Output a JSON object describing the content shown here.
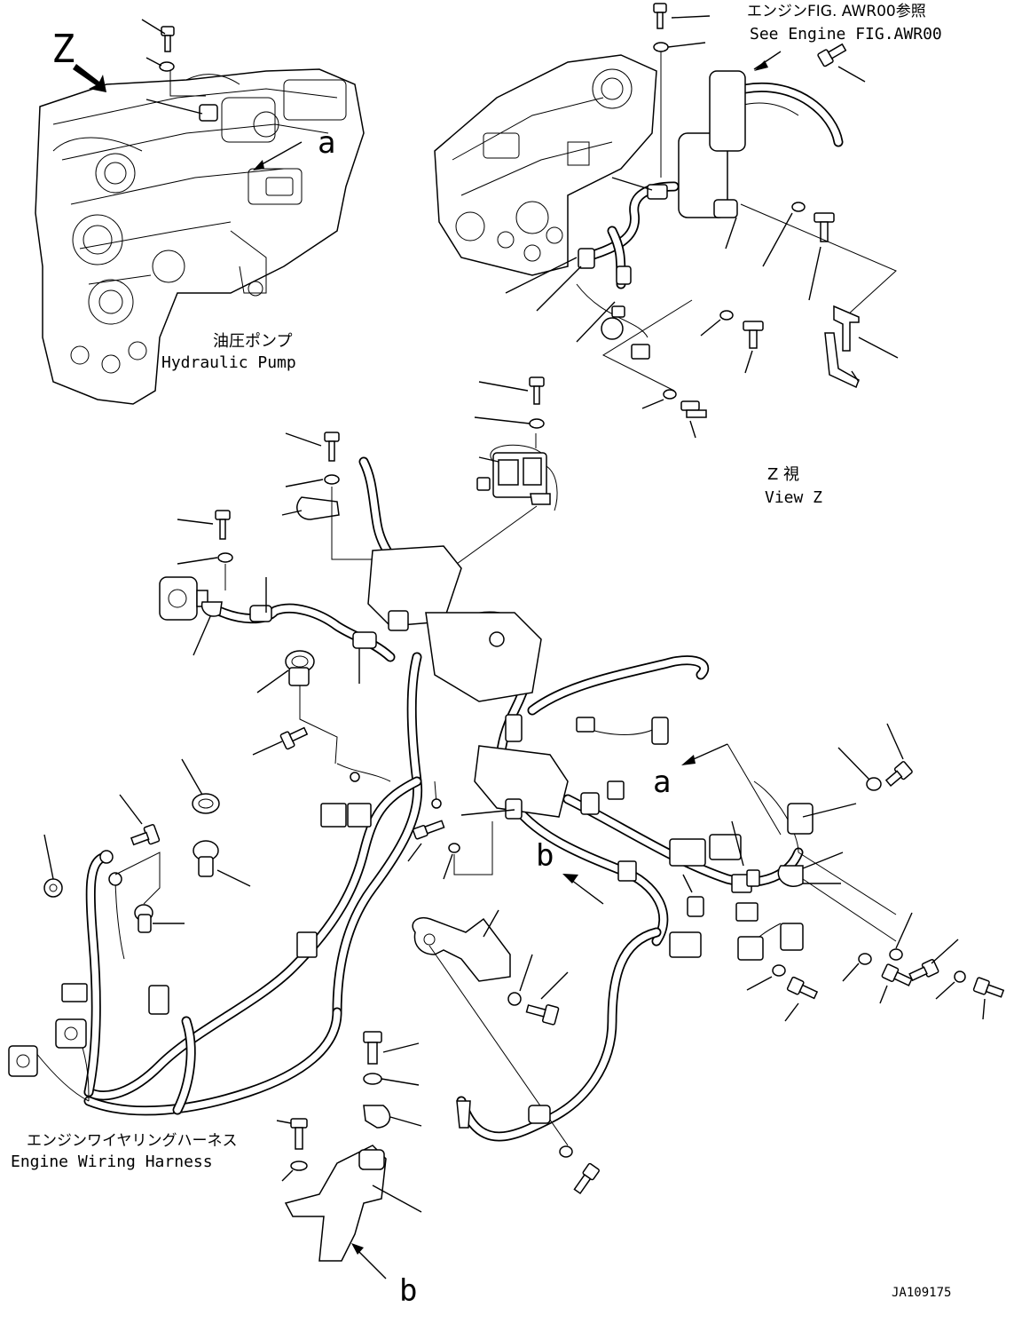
{
  "labels": {
    "view_marker": "Z",
    "ref_a_top": "a",
    "ref_a_mid": "a",
    "ref_b_mid": "b",
    "ref_b_bottom": "b",
    "engine_ref_jp": "エンジンFIG. AWR00参照",
    "engine_ref_en": "See Engine FIG.AWR00",
    "hydraulic_pump_jp": "油圧ポンプ",
    "hydraulic_pump_en": "Hydraulic Pump",
    "view_z_jp": "Z 視",
    "view_z_en": "View Z",
    "harness_jp": "エンジンワイヤリングハーネス",
    "harness_en": "Engine Wiring Harness",
    "drawing_number": "JA109175"
  }
}
